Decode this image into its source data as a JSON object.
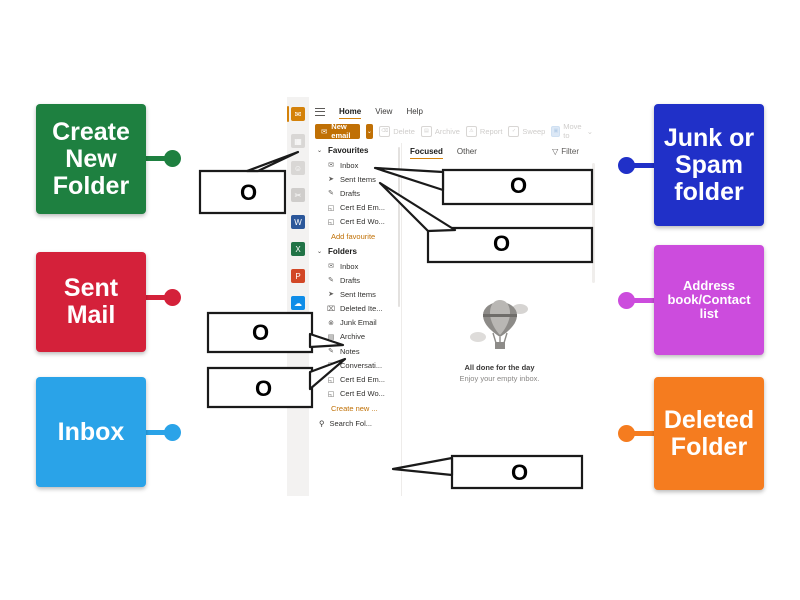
{
  "labels": [
    {
      "id": "create-new-folder",
      "text": "Create\nNew\nFolder",
      "color": "#1e8040",
      "side": "left"
    },
    {
      "id": "sent-mail",
      "text": "Sent\nMail",
      "color": "#d4213a",
      "side": "left"
    },
    {
      "id": "inbox",
      "text": "Inbox",
      "color": "#2aa3e8",
      "side": "left"
    },
    {
      "id": "junk-or-spam-folder",
      "text": "Junk or\nSpam\nfolder",
      "color": "#2030c8",
      "side": "right"
    },
    {
      "id": "address-book",
      "text": "Address\nbook/Contact\nlist",
      "color": "#cc4cdd",
      "side": "right"
    },
    {
      "id": "deleted-folder",
      "text": "Deleted\nFolder",
      "color": "#f57c1f",
      "side": "right"
    }
  ],
  "callouts": [
    {
      "id": "callout-create-new-folder",
      "marker": "O"
    },
    {
      "id": "callout-inbox-favourite",
      "marker": "O"
    },
    {
      "id": "callout-sent-items",
      "marker": "O"
    },
    {
      "id": "callout-deleted-items",
      "marker": "O"
    },
    {
      "id": "callout-junk-email",
      "marker": "O"
    },
    {
      "id": "callout-create-new-link",
      "marker": "O"
    }
  ],
  "app": {
    "rail": [
      {
        "name": "mail-icon",
        "glyph": "✉",
        "color": "#d4820a",
        "selected": true
      },
      {
        "name": "calendar-icon",
        "glyph": "▦",
        "color": "#d9d7d5",
        "selected": false
      },
      {
        "name": "people-icon",
        "glyph": "☺",
        "color": "#d9d7d5",
        "selected": false
      },
      {
        "name": "attachment-icon",
        "glyph": "✂",
        "color": "#cfcdcb",
        "selected": false
      },
      {
        "name": "word-icon",
        "glyph": "W",
        "color": "#2b579a",
        "selected": false
      },
      {
        "name": "excel-icon",
        "glyph": "X",
        "color": "#217346",
        "selected": false
      },
      {
        "name": "powerpoint-icon",
        "glyph": "P",
        "color": "#d24726",
        "selected": false
      },
      {
        "name": "onedrive-icon",
        "glyph": "☁",
        "color": "#0f8de8",
        "selected": false
      },
      {
        "name": "apps-icon",
        "glyph": "▦",
        "color": "#a9a7a5",
        "selected": false
      }
    ],
    "ribbon_tabs": [
      {
        "label": "Home",
        "active": true
      },
      {
        "label": "View",
        "active": false
      },
      {
        "label": "Help",
        "active": false
      }
    ],
    "toolbar": {
      "new_email": "New email",
      "caret": "⌄",
      "buttons": [
        {
          "label": "Delete",
          "icon": "delete-icon",
          "glyph": "⌧"
        },
        {
          "label": "Archive",
          "icon": "archive-icon",
          "glyph": "▤"
        },
        {
          "label": "Report",
          "icon": "report-icon",
          "glyph": "⚠"
        },
        {
          "label": "Sweep",
          "icon": "sweep-icon",
          "glyph": "✓"
        },
        {
          "label": "Move to",
          "icon": "move-to-icon",
          "glyph": "▣"
        }
      ]
    },
    "favourites": {
      "title": "Favourites",
      "chevron": "⌄",
      "items": [
        {
          "label": "Inbox",
          "icon": "inbox-icon",
          "glyph": "✉"
        },
        {
          "label": "Sent Items",
          "icon": "sent-items-icon",
          "glyph": "➤"
        },
        {
          "label": "Drafts",
          "icon": "drafts-icon",
          "glyph": "✎"
        },
        {
          "label": "Cert Ed Em...",
          "icon": "folder-icon",
          "glyph": "◱"
        },
        {
          "label": "Cert Ed Wo...",
          "icon": "folder-icon",
          "glyph": "◱"
        }
      ],
      "add_link": "Add favourite"
    },
    "folders": {
      "title": "Folders",
      "chevron": "⌄",
      "items": [
        {
          "label": "Inbox",
          "icon": "inbox-icon",
          "glyph": "✉"
        },
        {
          "label": "Drafts",
          "icon": "drafts-icon",
          "glyph": "✎"
        },
        {
          "label": "Sent Items",
          "icon": "sent-items-icon",
          "glyph": "➤"
        },
        {
          "label": "Deleted Ite...",
          "icon": "trash-icon",
          "glyph": "⌧"
        },
        {
          "label": "Junk Email",
          "icon": "junk-email-icon",
          "glyph": "⊗"
        },
        {
          "label": "Archive",
          "icon": "archive-icon",
          "glyph": "▤"
        },
        {
          "label": "Notes",
          "icon": "notes-icon",
          "glyph": "✎"
        },
        {
          "label": "Conversati...",
          "icon": "folder-icon",
          "glyph": "◱"
        },
        {
          "label": "Cert Ed Em...",
          "icon": "folder-icon",
          "glyph": "◱"
        },
        {
          "label": "Cert Ed Wo...",
          "icon": "folder-icon",
          "glyph": "◱"
        }
      ],
      "create_new": "Create new ...",
      "search_label": "Search Fol...",
      "search_icon": "⚲"
    },
    "list_pane": {
      "tabs": [
        {
          "label": "Focused",
          "active": true
        },
        {
          "label": "Other",
          "active": false
        }
      ],
      "filter_label": "Filter",
      "filter_glyph": "▽",
      "empty_title": "All done for the day",
      "empty_subtitle": "Enjoy your empty inbox."
    }
  }
}
